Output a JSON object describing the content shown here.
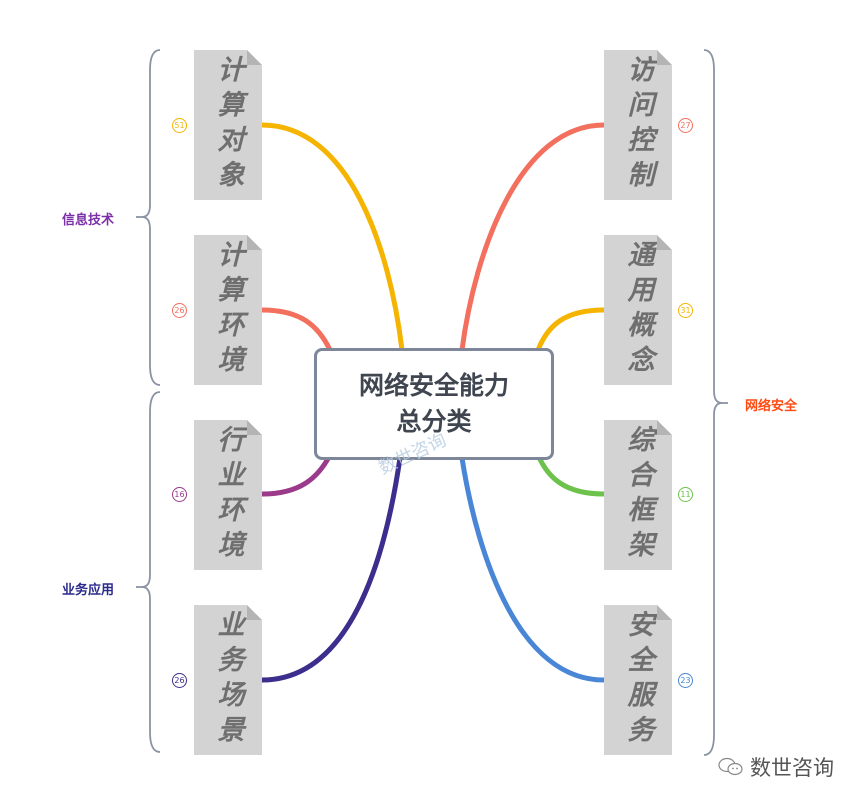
{
  "center": {
    "line1": "网络安全能力",
    "line2": "总分类"
  },
  "groups": [
    {
      "label": "信息技术",
      "color": "#7b2fa8"
    },
    {
      "label": "业务应用",
      "color": "#2a2a8c"
    },
    {
      "label": "网络安全",
      "color": "#ff4a12"
    }
  ],
  "left_nodes": [
    {
      "label": "计算对象",
      "count": "51",
      "color": "#f5b400"
    },
    {
      "label": "计算环境",
      "count": "26",
      "color": "#f36f5e"
    },
    {
      "label": "行业环境",
      "count": "16",
      "color": "#9b3a8a"
    },
    {
      "label": "业务场景",
      "count": "26",
      "color": "#3b2e8c"
    }
  ],
  "right_nodes": [
    {
      "label": "访问控制",
      "count": "27",
      "color": "#f36f5e"
    },
    {
      "label": "通用概念",
      "count": "31",
      "color": "#f5b400"
    },
    {
      "label": "综合框架",
      "count": "11",
      "color": "#6cc24a"
    },
    {
      "label": "安全服务",
      "count": "23",
      "color": "#4a86d6"
    }
  ],
  "watermark": "数世咨询",
  "footer": {
    "brand": "数世咨询",
    "icon": "wechat-icon"
  }
}
